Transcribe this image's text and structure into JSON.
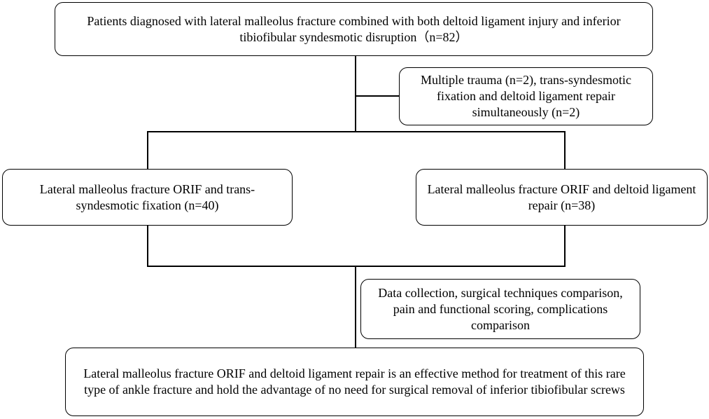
{
  "flowchart": {
    "enrolled": "Patients diagnosed with lateral malleolus fracture combined with both deltoid ligament injury and inferior tibiofibular syndesmotic disruption（n=82）",
    "excluded": "Multiple trauma (n=2), trans-syndesmotic fixation and deltoid ligament repair simultaneously (n=2)",
    "group_left": "Lateral malleolus fracture ORIF and trans-syndesmotic fixation (n=40)",
    "group_right": "Lateral malleolus fracture ORIF and deltoid ligament repair (n=38)",
    "analysis": "Data collection, surgical techniques comparison, pain and functional scoring, complications comparison",
    "conclusion": "Lateral malleolus fracture ORIF and deltoid ligament repair is an effective method for treatment of this rare type of ankle fracture and hold the advantage of no need for surgical removal of inferior tibiofibular screws"
  }
}
